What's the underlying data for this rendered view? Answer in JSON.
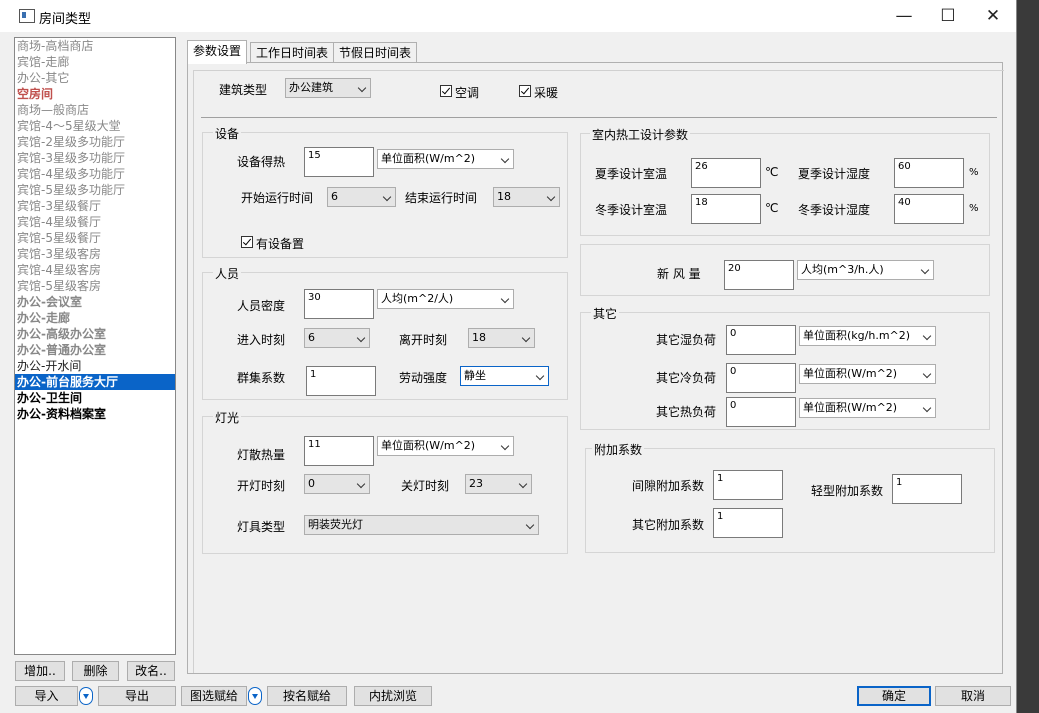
{
  "window": {
    "title": "房间类型",
    "minimize": "—",
    "maximize": "☐",
    "close": "✕"
  },
  "room_list": [
    {
      "label": "商场-高档商店",
      "style": "gray"
    },
    {
      "label": "宾馆-走廊",
      "style": "gray"
    },
    {
      "label": "办公-其它",
      "style": "gray"
    },
    {
      "label": "空房间",
      "style": "red"
    },
    {
      "label": "商场—般商店",
      "style": "gray"
    },
    {
      "label": "宾馆-4～5星级大堂",
      "style": "gray"
    },
    {
      "label": "宾馆-2星级多功能厅",
      "style": "gray"
    },
    {
      "label": "宾馆-3星级多功能厅",
      "style": "gray"
    },
    {
      "label": "宾馆-4星级多功能厅",
      "style": "gray"
    },
    {
      "label": "宾馆-5星级多功能厅",
      "style": "gray"
    },
    {
      "label": "宾馆-3星级餐厅",
      "style": "gray"
    },
    {
      "label": "宾馆-4星级餐厅",
      "style": "gray"
    },
    {
      "label": "宾馆-5星级餐厅",
      "style": "gray"
    },
    {
      "label": "宾馆-3星级客房",
      "style": "gray"
    },
    {
      "label": "宾馆-4星级客房",
      "style": "gray"
    },
    {
      "label": "宾馆-5星级客房",
      "style": "gray"
    },
    {
      "label": "办公-会议室",
      "style": "gray-bold"
    },
    {
      "label": "办公-走廊",
      "style": "gray-bold"
    },
    {
      "label": "办公-高级办公室",
      "style": "gray-bold"
    },
    {
      "label": "办公-普通办公室",
      "style": "gray-bold"
    },
    {
      "label": "办公-开水间",
      "style": "black"
    },
    {
      "label": "办公-前台服务大厅",
      "style": "selected"
    },
    {
      "label": "办公-卫生间",
      "style": "bold"
    },
    {
      "label": "办公-资料档案室",
      "style": "bold"
    }
  ],
  "list_buttons": {
    "add": "增加..",
    "delete": "删除",
    "rename": "改名.."
  },
  "bottom_buttons": {
    "import": "导入",
    "export": "导出",
    "map_assign": "图选赋给",
    "assign_by_name": "按名赋给",
    "internal_browse": "内扰浏览",
    "ok": "确定",
    "cancel": "取消"
  },
  "tabs": [
    {
      "label": "参数设置"
    },
    {
      "label": "工作日时间表"
    },
    {
      "label": "节假日时间表"
    }
  ],
  "building": {
    "label": "建筑类型",
    "value": "办公建筑",
    "ac_label": "空调",
    "ac_checked": true,
    "heating_label": "采暖",
    "heating_checked": true
  },
  "equipment": {
    "title": "设备",
    "heat_label": "设备得热",
    "heat_value": "15",
    "heat_unit": "单位面积(W/m^2)",
    "start_label": "开始运行时间",
    "start_value": "6",
    "end_label": "结束运行时间",
    "end_value": "18",
    "has_label": "有设备置",
    "has_checked": true
  },
  "people": {
    "title": "人员",
    "density_label": "人员密度",
    "density_value": "30",
    "density_unit": "人均(m^2/人)",
    "enter_label": "进入时刻",
    "enter_value": "6",
    "leave_label": "离开时刻",
    "leave_value": "18",
    "cluster_label": "群集系数",
    "cluster_value": "1",
    "labor_label": "劳动强度",
    "labor_value": "静坐"
  },
  "lighting": {
    "title": "灯光",
    "heat_label": "灯散热量",
    "heat_value": "11",
    "heat_unit": "单位面积(W/m^2)",
    "on_label": "开灯时刻",
    "on_value": "0",
    "off_label": "关灯时刻",
    "off_value": "23",
    "type_label": "灯具类型",
    "type_value": "明装荧光灯"
  },
  "indoor": {
    "title": "室内热工设计参数",
    "summer_temp_label": "夏季设计室温",
    "summer_temp": "26",
    "temp_unit": "℃",
    "summer_hum_label": "夏季设计湿度",
    "summer_hum": "60",
    "hum_unit": "%",
    "winter_temp_label": "冬季设计室温",
    "winter_temp": "18",
    "winter_hum_label": "冬季设计湿度",
    "winter_hum": "40"
  },
  "fresh_air": {
    "label": "新 风 量",
    "value": "20",
    "unit": "人均(m^3/h.人)"
  },
  "other": {
    "title": "其它",
    "humid_label": "其它湿负荷",
    "humid_value": "0",
    "humid_unit": "单位面积(kg/h.m^2)",
    "cold_label": "其它冷负荷",
    "cold_value": "0",
    "cold_unit": "单位面积(W/m^2)",
    "heat_label": "其它热负荷",
    "heat_value": "0",
    "heat_unit": "单位面积(W/m^2)"
  },
  "additional": {
    "title": "附加系数",
    "gap_label": "间隙附加系数",
    "gap_value": "1",
    "light_label": "轻型附加系数",
    "light_value": "1",
    "other_label": "其它附加系数",
    "other_value": "1"
  }
}
